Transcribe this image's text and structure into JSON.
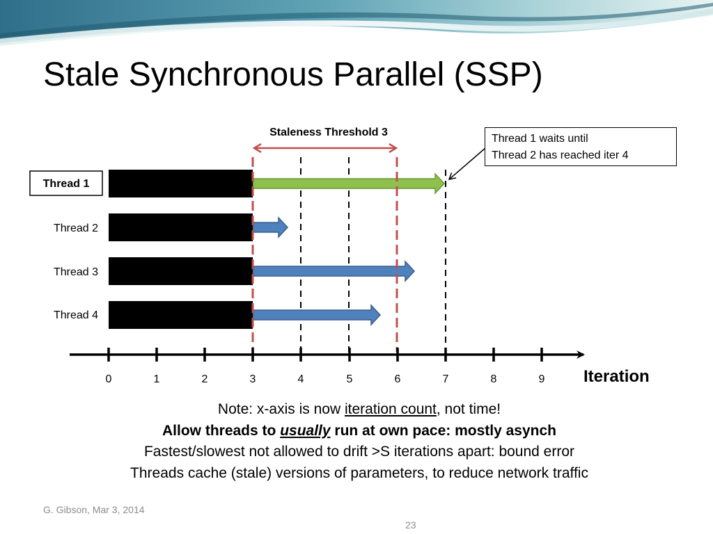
{
  "slide": {
    "title": "Stale Synchronous Parallel (SSP)",
    "footer": "G. Gibson, Mar 3, 2014",
    "page_number": "23"
  },
  "diagram": {
    "staleness_label": "Staleness Threshold 3",
    "axis_label": "Iteration",
    "ticks": [
      "0",
      "1",
      "2",
      "3",
      "4",
      "5",
      "6",
      "7",
      "8",
      "9"
    ],
    "threads": [
      {
        "label": "Thread 1",
        "boxed": true,
        "arrow_color": "#8fbf4d",
        "arrow_stroke": "#6a9a34"
      },
      {
        "label": "Thread 2",
        "boxed": false,
        "arrow_color": "#4f81bd",
        "arrow_stroke": "#385d8a"
      },
      {
        "label": "Thread 3",
        "boxed": false,
        "arrow_color": "#4f81bd",
        "arrow_stroke": "#385d8a"
      },
      {
        "label": "Thread 4",
        "boxed": false,
        "arrow_color": "#4f81bd",
        "arrow_stroke": "#385d8a"
      }
    ],
    "callout": {
      "line1": "Thread 1 waits until",
      "line2": "Thread 2 has reached iter 4"
    },
    "colors": {
      "completed_block": "#000000",
      "threshold_line": "#c0504d",
      "iteration_line": "#000000"
    }
  },
  "notes": {
    "line1_pre": "Note: x-axis is now ",
    "line1_link": "iteration count",
    "line1_post": ", not time!",
    "line2_pre": "Allow threads to ",
    "line2_em": "usually",
    "line2_post": " run at own pace: mostly asynch",
    "line3": "Fastest/slowest not allowed to drift >S iterations apart: bound error",
    "line4": "Threads cache (stale) versions of parameters, to reduce network traffic"
  }
}
